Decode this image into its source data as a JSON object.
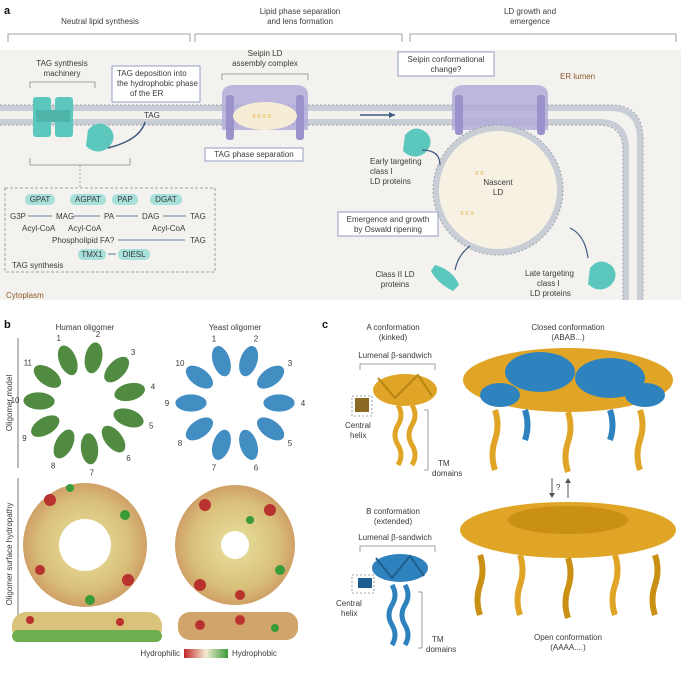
{
  "panel_a": {
    "letter": "a",
    "sections": {
      "neutral": "Neutral lipid synthesis",
      "phase_1": "Lipid phase separation",
      "phase_2": "and lens formation",
      "growth_1": "LD growth and",
      "growth_2": "emergence"
    },
    "er_lumen": "ER lumen",
    "cytoplasm": "Cytoplasm",
    "tag_machinery_1": "TAG synthesis",
    "tag_machinery_2": "machinery",
    "tag_deposition_1": "TAG deposition into",
    "tag_deposition_2": "the hydrophobic phase",
    "tag_deposition_3": "of the ER",
    "tag": "TAG",
    "seipin_1": "Seipin LD",
    "seipin_2": "assembly complex",
    "tag_phase_sep": "TAG phase separation",
    "seipin_conf_1": "Seipin conformational",
    "seipin_conf_2": "change?",
    "early_1": "Early targeting",
    "early_2": "class I",
    "early_3": "LD proteins",
    "nascent_1": "Nascent",
    "nascent_2": "LD",
    "emergence_1": "Emergence and growth",
    "emergence_2": "by Oswald ripening",
    "class2_1": "Class II LD",
    "class2_2": "proteins",
    "late_1": "Late targeting",
    "late_2": "class I",
    "late_3": "LD proteins",
    "pathway": {
      "gpat": "GPAT",
      "agpat": "AGPAT",
      "pap": "PAP",
      "dgat": "DGAT",
      "g3p": "G3P",
      "mag": "MAG",
      "pa": "PA",
      "dag": "DAG",
      "tag": "TAG",
      "acyl1": "Acyl-CoA",
      "acyl2": "Acyl-CoA",
      "acyl3": "Acyl-CoA",
      "pl_fa": "Phospholipid FA?",
      "tag2": "TAG",
      "tmx1": "TMX1",
      "diesl": "DIESL",
      "caption": "TAG synthesis"
    }
  },
  "panel_b": {
    "letter": "b",
    "human": "Human oligomer",
    "yeast": "Yeast oligomer",
    "row1": "Oligomer model",
    "row2": "Oligomer surface hydropathy",
    "human_numbers": [
      "1",
      "2",
      "3",
      "4",
      "5",
      "6",
      "7",
      "8",
      "9",
      "10",
      "11"
    ],
    "yeast_numbers": [
      "1",
      "2",
      "3",
      "4",
      "5",
      "6",
      "7",
      "8",
      "9",
      "10"
    ],
    "hydrophilic": "Hydrophilic",
    "hydrophobic": "Hydrophobic"
  },
  "panel_c": {
    "letter": "c",
    "a_conf_1": "A conformation",
    "a_conf_2": "(kinked)",
    "lumenal_a": "Lumenal β-sandwich",
    "central_a_1": "Central",
    "central_a_2": "helix",
    "tm_a_1": "TM",
    "tm_a_2": "domains",
    "b_conf_1": "B conformation",
    "b_conf_2": "(extended)",
    "lumenal_b": "Lumenal β-sandwich",
    "central_b_1": "Central",
    "central_b_2": "helix",
    "tm_b_1": "TM",
    "tm_b_2": "domains",
    "closed_1": "Closed conformation",
    "closed_2": "(ABAB...)",
    "question": "?",
    "open_1": "Open conformation",
    "open_2": "(AAAA....)"
  },
  "colors": {
    "teal": "#5cc7bd",
    "purple": "#b3acd9",
    "gold": "#e0a526",
    "blue": "#2e82bd",
    "green": "#3f7f2e",
    "membrane": "#c9ced6",
    "band": "#f4f2ee"
  }
}
